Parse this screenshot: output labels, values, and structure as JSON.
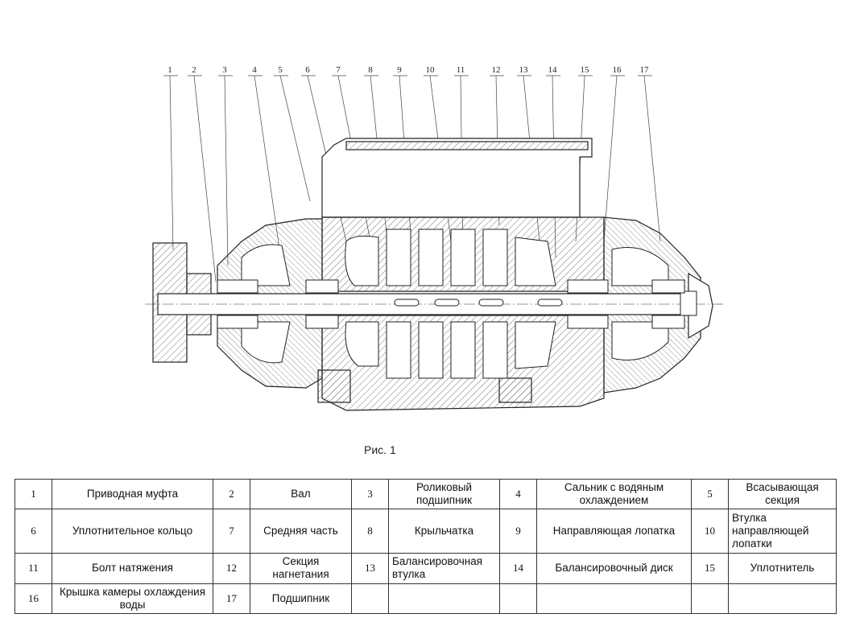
{
  "callouts": [
    "1",
    "2",
    "3",
    "4",
    "5",
    "6",
    "7",
    "8",
    "9",
    "10",
    "11",
    "12",
    "13",
    "14",
    "15",
    "16",
    "17"
  ],
  "caption": "Рис. 1",
  "legend": [
    {
      "num": "1",
      "name": "Приводная муфта"
    },
    {
      "num": "2",
      "name": "Вал"
    },
    {
      "num": "3",
      "name": "Роликовый подшипник"
    },
    {
      "num": "4",
      "name": "Сальник с водяным охлаждением"
    },
    {
      "num": "5",
      "name": "Всасывающая секция"
    },
    {
      "num": "6",
      "name": "Уплотнительное кольцо"
    },
    {
      "num": "7",
      "name": "Средняя часть"
    },
    {
      "num": "8",
      "name": "Крыльчатка"
    },
    {
      "num": "9",
      "name": "Направляющая лопатка"
    },
    {
      "num": "10",
      "name": "Втулка направляющей лопатки"
    },
    {
      "num": "11",
      "name": "Болт натяжения"
    },
    {
      "num": "12",
      "name": "Секция нагнетания"
    },
    {
      "num": "13",
      "name": "Балансировочная втулка"
    },
    {
      "num": "14",
      "name": "Балансировочный диск"
    },
    {
      "num": "15",
      "name": "Уплотнитель"
    },
    {
      "num": "16",
      "name": "Крышка камеры охлаждения воды"
    },
    {
      "num": "17",
      "name": "Подшипник"
    }
  ]
}
